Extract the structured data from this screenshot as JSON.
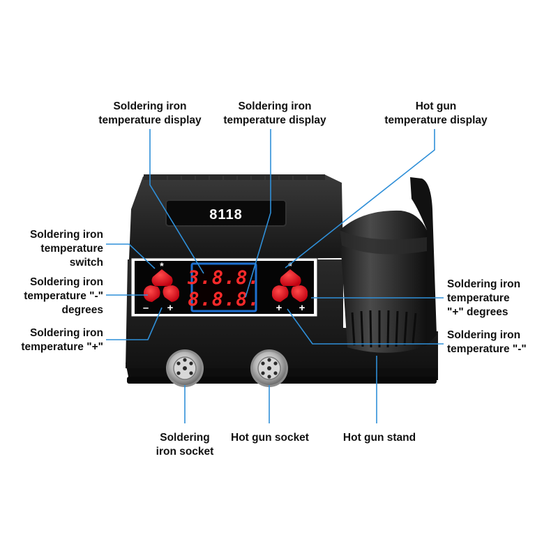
{
  "device": {
    "model": "8118",
    "display_top": "3.8.8.",
    "display_bottom": "8.8.8.",
    "button_symbols": {
      "star": "*",
      "minus": "–",
      "plus": "+"
    }
  },
  "labels": {
    "iron_display_left": "Soldering iron\ntemperature display",
    "iron_display_center": "Soldering iron\ntemperature display",
    "gun_display": "Hot gun\ntemperature display",
    "iron_switch": "Soldering iron\ntemperature\nswitch",
    "iron_minus_left": "Soldering iron\ntemperature \"-\"\ndegrees",
    "iron_plus_left": "Soldering iron\ntemperature \"+\"",
    "iron_plus_right": "Soldering iron\ntemperature\n\"+\" degrees",
    "iron_minus_right": "Soldering iron\ntemperature \"-\"",
    "iron_socket": "Soldering\niron socket",
    "gun_socket": "Hot gun socket",
    "gun_stand": "Hot gun stand"
  },
  "colors": {
    "leader_line": "#2f8fd8",
    "button_red": "#e8101a",
    "display_digits": "#ff2a2a",
    "display_frame": "#1e6fd0",
    "body_black": "#1c1c1c"
  }
}
